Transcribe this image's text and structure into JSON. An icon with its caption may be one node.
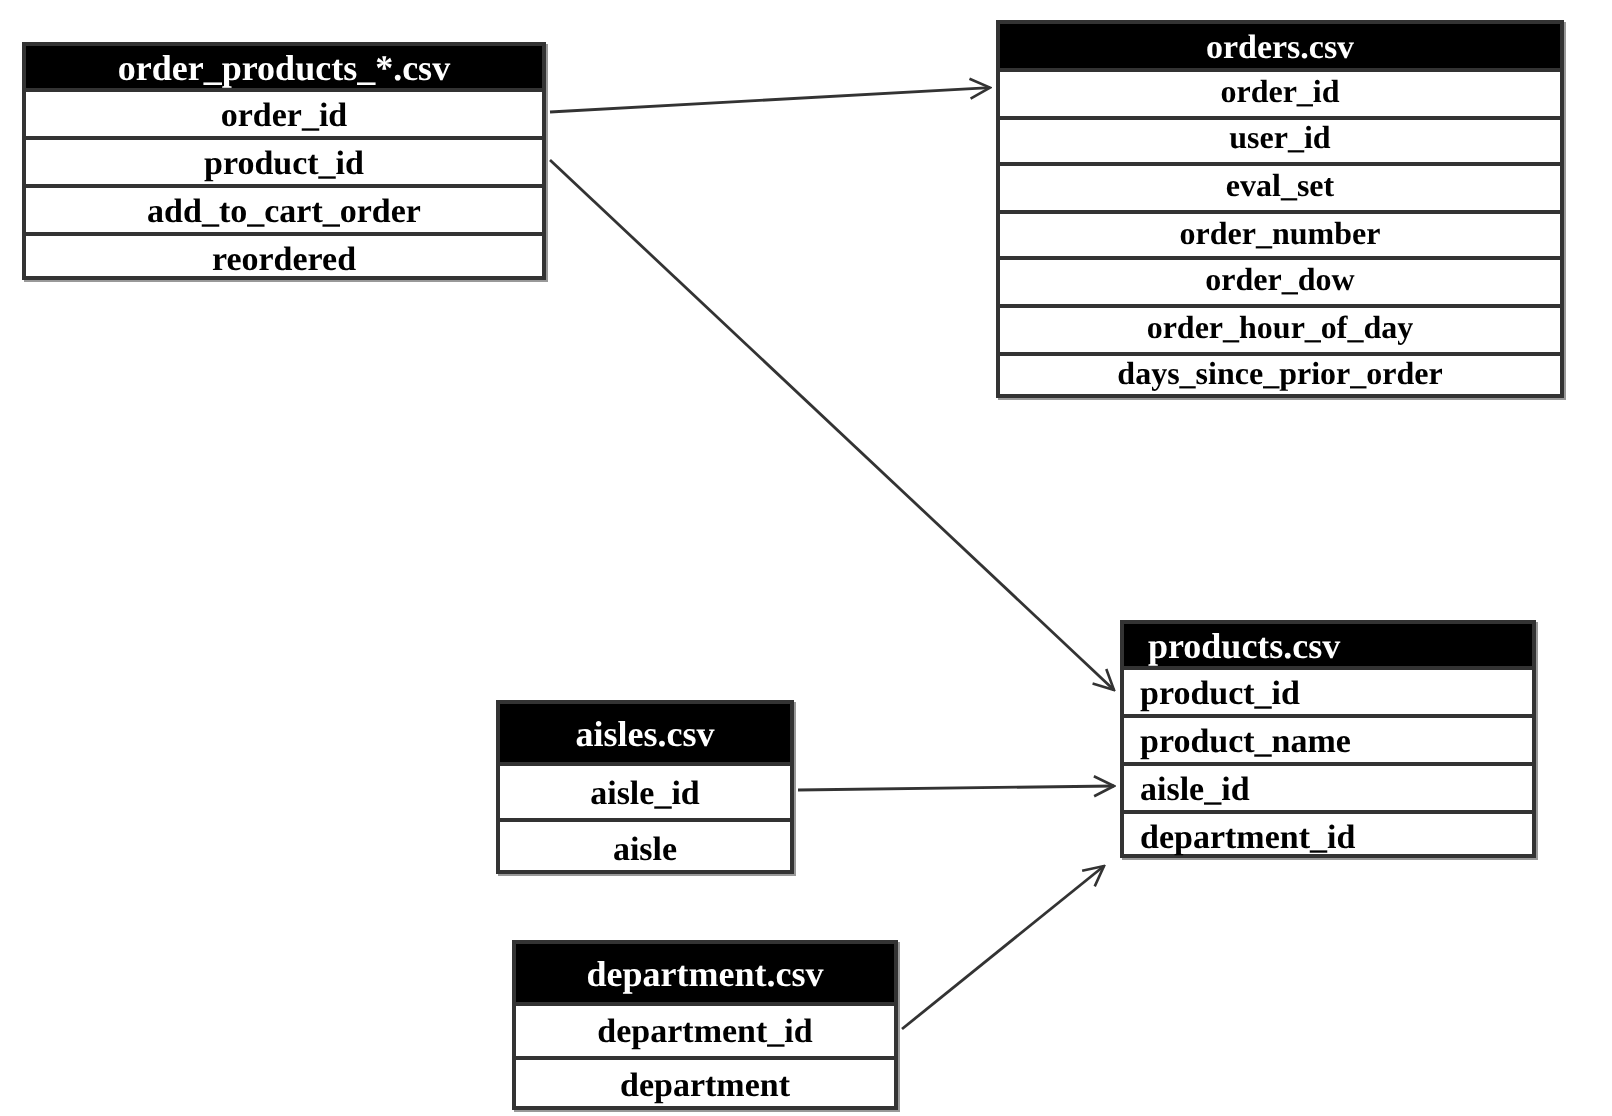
{
  "diagram": {
    "nodes": [
      {
        "text": [
          "order_products_*.csv"
        ]
      },
      {
        "text": [
          "order_id"
        ],
        "in": 0
      },
      {
        "text": [
          "product_id"
        ],
        "in": 0
      },
      {
        "text": [
          "add_to_cart_order"
        ],
        "in": 0
      },
      {
        "text": [
          "reordered"
        ],
        "in": 0
      },
      {
        "text": [
          "orders.csv"
        ]
      },
      {
        "text": [
          "order_id"
        ],
        "in": 5
      },
      {
        "text": [
          "user_id"
        ],
        "in": 5
      },
      {
        "text": [
          "eval_set"
        ],
        "in": 5
      },
      {
        "text": [
          "order_number"
        ],
        "in": 5
      },
      {
        "text": [
          "order_dow"
        ],
        "in": 5
      },
      {
        "text": [
          "order_hour_of_day"
        ],
        "in": 5
      },
      {
        "text": [
          "days_since_prior_order"
        ],
        "in": 5
      },
      {
        "text": [
          "products.csv"
        ]
      },
      {
        "text": [
          "product_id"
        ],
        "in": 13
      },
      {
        "text": [
          "product_name"
        ],
        "in": 13
      },
      {
        "text": [
          "aisle_id"
        ],
        "in": 13
      },
      {
        "text": [
          "department_id"
        ],
        "in": 13
      },
      {
        "text": [
          "aisles.csv"
        ]
      },
      {
        "text": [
          "aisle_id"
        ],
        "in": 18
      },
      {
        "text": [
          "aisle"
        ],
        "in": 18
      },
      {
        "text": [
          "department.csv"
        ]
      },
      {
        "text": [
          "department_id"
        ],
        "in": 21
      },
      {
        "text": [
          "department"
        ],
        "in": 21
      }
    ],
    "edges": [
      {
        "from": 1,
        "to": 6,
        "arrow": "to"
      },
      {
        "from": 2,
        "to": 14,
        "arrow": "to"
      },
      {
        "from": 19,
        "to": 16,
        "arrow": "to"
      },
      {
        "from": 22,
        "to": 13,
        "arrow": "to"
      }
    ]
  }
}
